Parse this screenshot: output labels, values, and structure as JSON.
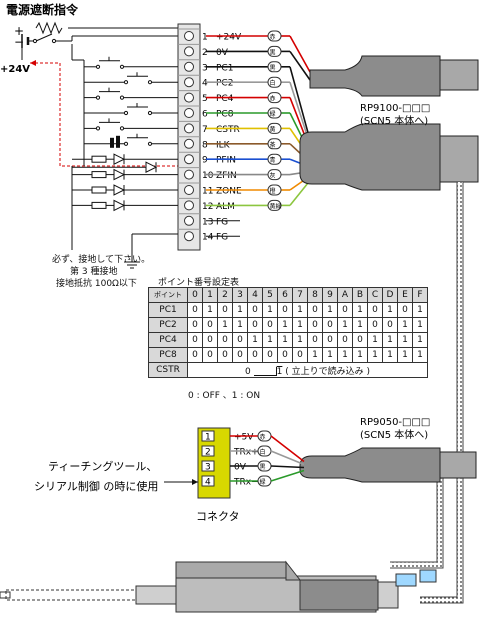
{
  "top_title": "電源遮断指令",
  "label_plus": "+",
  "label_minus": "−",
  "label_24v_left": "+24V",
  "pins": [
    {
      "num": "1",
      "label": "+24V",
      "color": "赤",
      "hex": "#d40000"
    },
    {
      "num": "2",
      "label": "0V",
      "color": "黒",
      "hex": "#111111"
    },
    {
      "num": "3",
      "label": "PC1",
      "color": "黒",
      "hex": "#111111"
    },
    {
      "num": "4",
      "label": "PC2",
      "color": "白",
      "hex": "#999999"
    },
    {
      "num": "5",
      "label": "PC4",
      "color": "赤",
      "hex": "#d40000"
    },
    {
      "num": "6",
      "label": "PC8",
      "color": "緑",
      "hex": "#2a9a2a"
    },
    {
      "num": "7",
      "label": "CSTR",
      "color": "黄",
      "hex": "#e0c000"
    },
    {
      "num": "8",
      "label": "ILK",
      "color": "茶",
      "hex": "#8b5a2b"
    },
    {
      "num": "9",
      "label": "PFIN",
      "color": "青",
      "hex": "#1a4fd1"
    },
    {
      "num": "10",
      "label": "ZFIN",
      "color": "灰",
      "hex": "#888888"
    },
    {
      "num": "11",
      "label": "ZONE",
      "color": "橙",
      "hex": "#f08a00"
    },
    {
      "num": "12",
      "label": "ALM",
      "color": "黄緑",
      "hex": "#8cc63f"
    },
    {
      "num": "13",
      "label": "FG",
      "color": "紫",
      "hex": "#7a3fb0"
    },
    {
      "num": "14",
      "label": "FG",
      "color": "紫",
      "hex": "#7a3fb0"
    }
  ],
  "rp9100_label": "RP9100-□□□",
  "rp9100_sub": "(SCN5 本体へ)",
  "rp9050_label": "RP9050-□□□",
  "rp9050_sub": "(SCN5 本体へ)",
  "ground_note": [
    "必ず、接地して下さい。",
    "第 3 種接地",
    "接地抵抗 100Ω以下"
  ],
  "table": {
    "title": "ポイント番号設定表",
    "corner": "ポイント",
    "columns": [
      "0",
      "1",
      "2",
      "3",
      "4",
      "5",
      "6",
      "7",
      "8",
      "9",
      "A",
      "B",
      "C",
      "D",
      "E",
      "F"
    ],
    "rows": [
      {
        "name": "PC1",
        "values": [
          "0",
          "1",
          "0",
          "1",
          "0",
          "1",
          "0",
          "1",
          "0",
          "1",
          "0",
          "1",
          "0",
          "1",
          "0",
          "1"
        ]
      },
      {
        "name": "PC2",
        "values": [
          "0",
          "0",
          "1",
          "1",
          "0",
          "0",
          "1",
          "1",
          "0",
          "0",
          "1",
          "1",
          "0",
          "0",
          "1",
          "1"
        ]
      },
      {
        "name": "PC4",
        "values": [
          "0",
          "0",
          "0",
          "0",
          "1",
          "1",
          "1",
          "1",
          "0",
          "0",
          "0",
          "0",
          "1",
          "1",
          "1",
          "1"
        ]
      },
      {
        "name": "PC8",
        "values": [
          "0",
          "0",
          "0",
          "0",
          "0",
          "0",
          "0",
          "0",
          "1",
          "1",
          "1",
          "1",
          "1",
          "1",
          "1",
          "1"
        ]
      }
    ],
    "cstr_name": "CSTR",
    "cstr_desc": "( 立上りで読み込み )",
    "cstr_zero": "0",
    "cstr_one": "1",
    "legend": "0 : OFF 、1 : ON"
  },
  "connector": {
    "pins": [
      {
        "num": "1",
        "label": "+5V",
        "color": "赤",
        "hex": "#d40000"
      },
      {
        "num": "2",
        "label": "TRx+",
        "color": "白",
        "hex": "#999999"
      },
      {
        "num": "3",
        "label": "0V",
        "color": "黒",
        "hex": "#111111"
      },
      {
        "num": "4",
        "label": "TRx−",
        "color": "緑",
        "hex": "#2a9a2a"
      }
    ],
    "caption": "コネクタ"
  },
  "teaching_text": [
    "ティーチングツール、",
    "シリアル制御 の時に使用"
  ]
}
